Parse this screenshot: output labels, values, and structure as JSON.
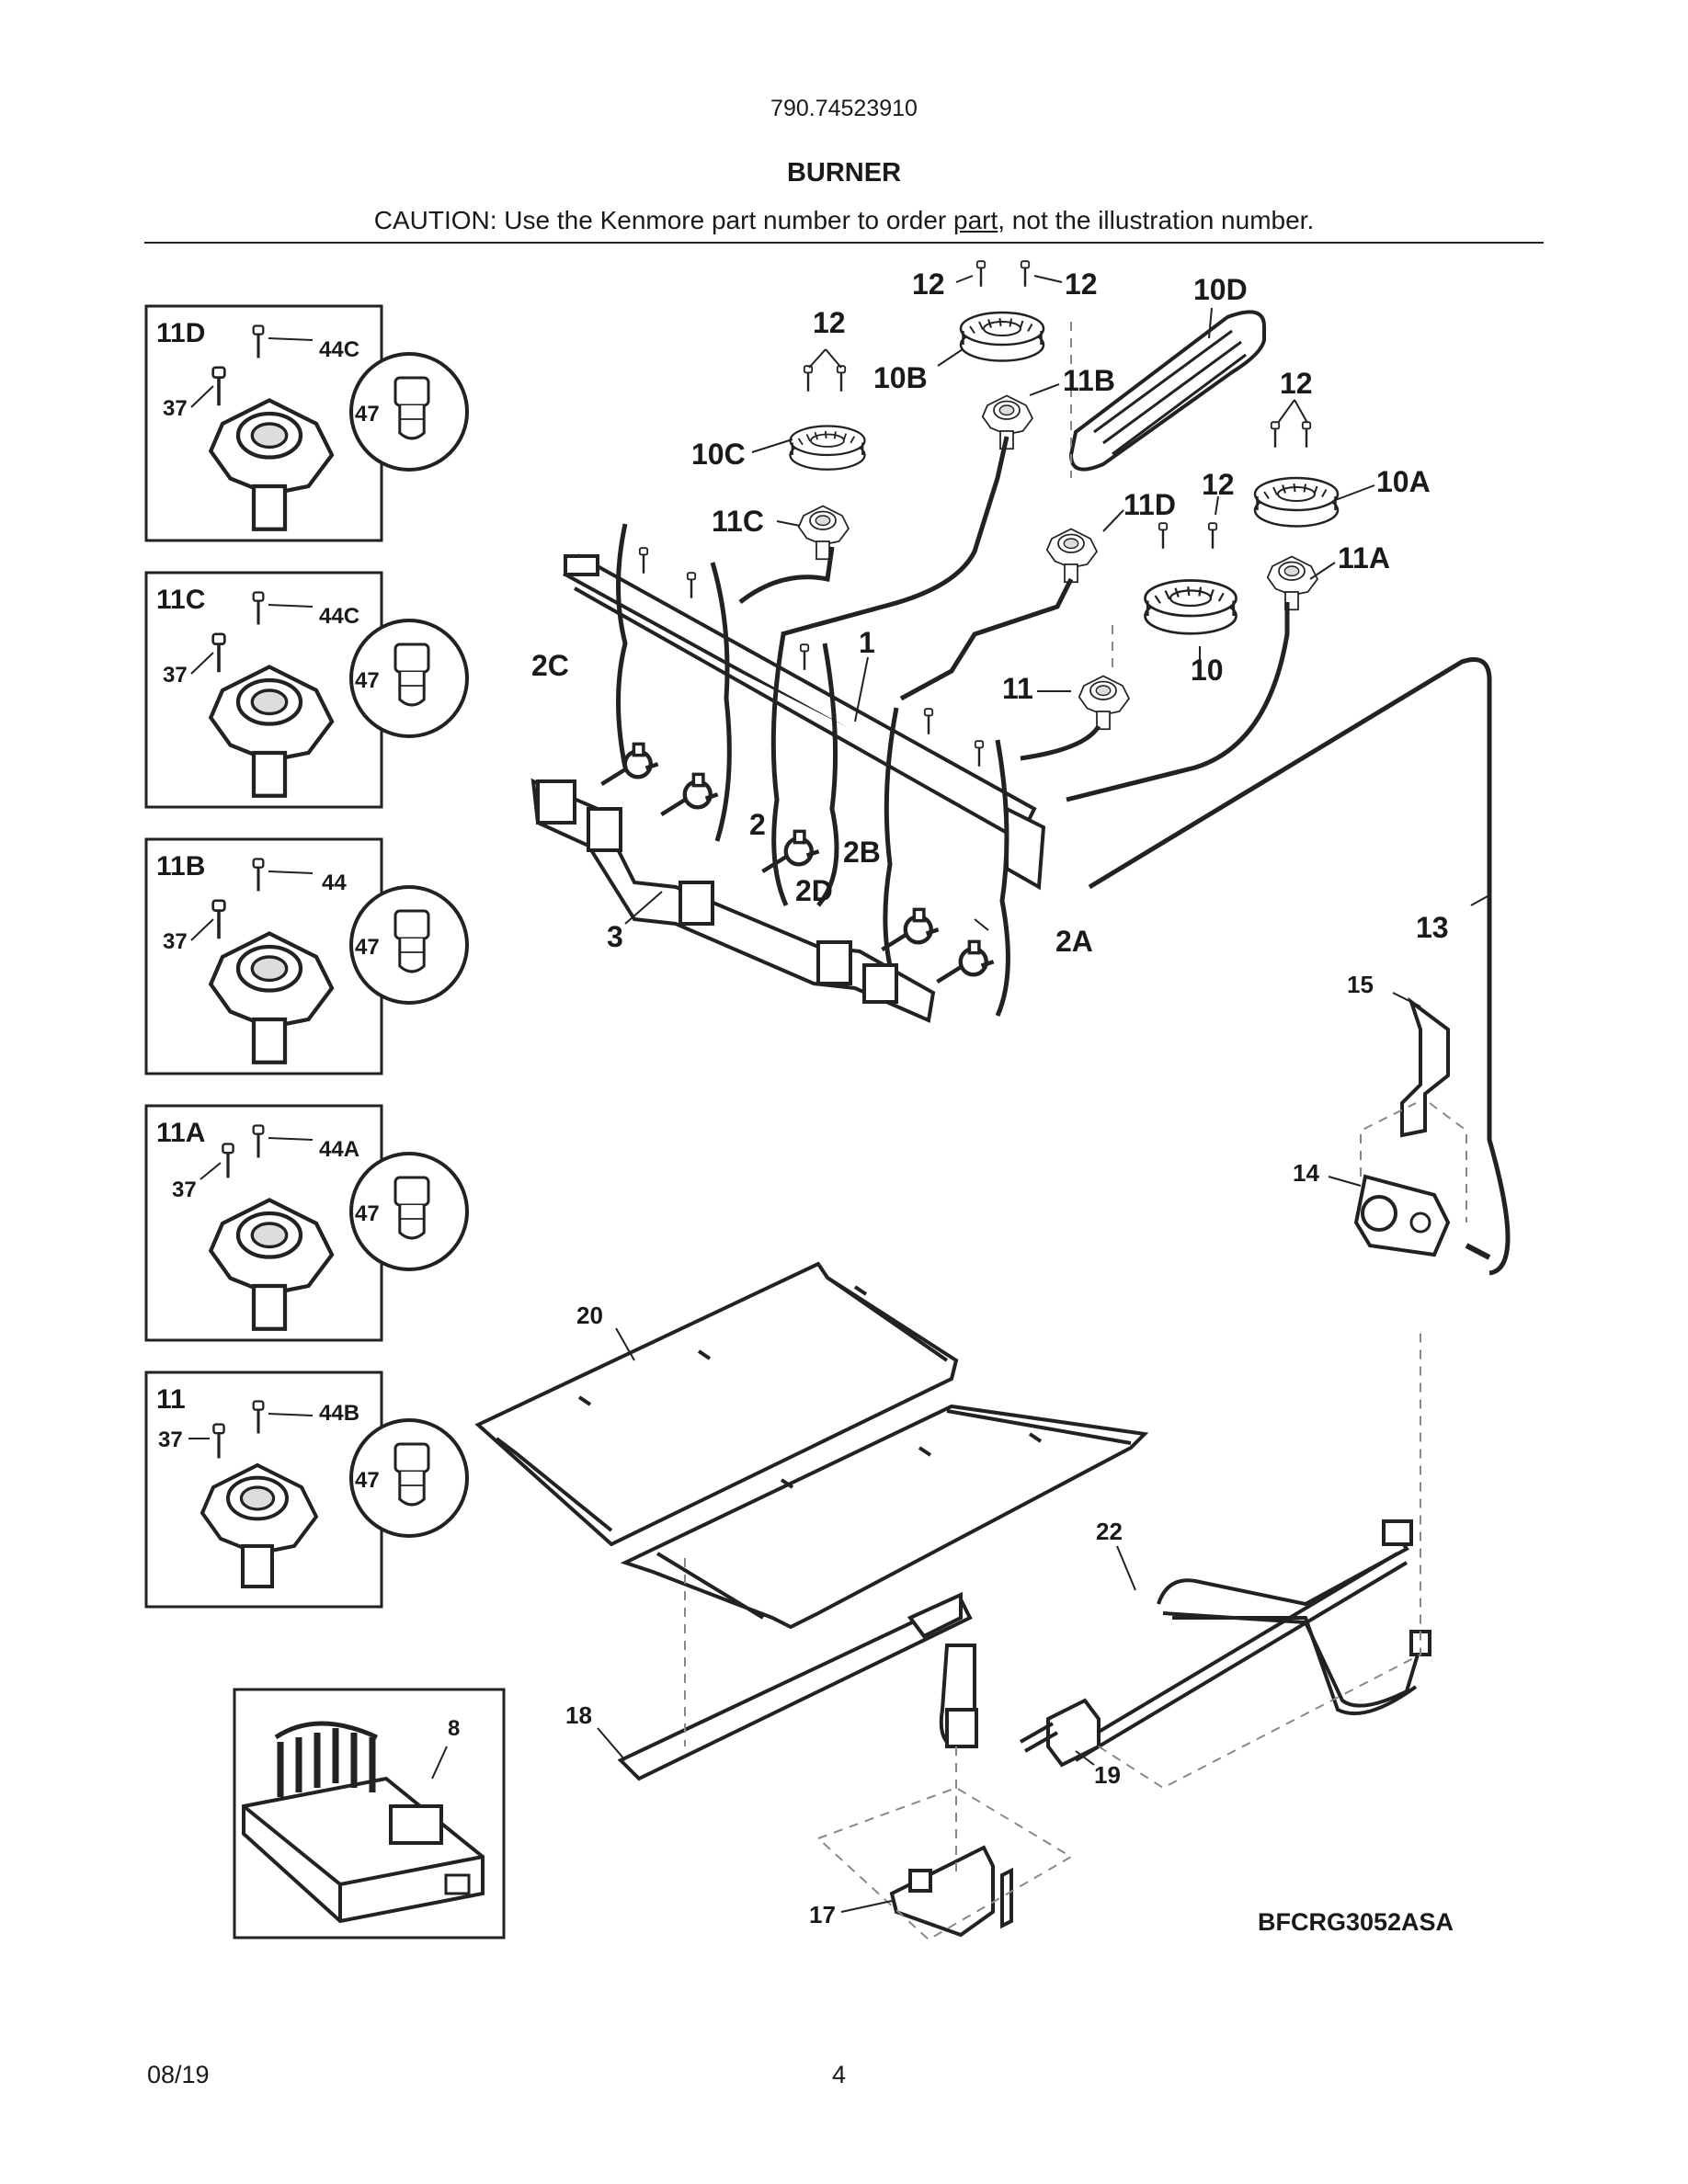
{
  "header": {
    "model_number": "790.74523910",
    "title": "BURNER",
    "caution_prefix": "CAUTION: Use the Kenmore part number to order ",
    "caution_link": "part",
    "caution_suffix": ", not the illustration number."
  },
  "insets": [
    {
      "id": "11D",
      "label": "11D",
      "top": "44C",
      "screw": "37",
      "orifice": "47"
    },
    {
      "id": "11C",
      "label": "11C",
      "top": "44C",
      "screw": "37",
      "orifice": "47"
    },
    {
      "id": "11B",
      "label": "11B",
      "top": "44",
      "screw": "37",
      "orifice": "47"
    },
    {
      "id": "11A",
      "label": "11A",
      "top": "44A",
      "screw": "37",
      "orifice": "47"
    },
    {
      "id": "11",
      "label": "11",
      "top": "44B",
      "screw": "37",
      "orifice": "47"
    }
  ],
  "module_label": "8",
  "callouts": {
    "c12a": "12",
    "c12b": "12",
    "c10D": "10D",
    "c12c": "12",
    "c10B": "10B",
    "c11B": "11B",
    "c12d": "12",
    "c10C": "10C",
    "c10A": "10A",
    "c11C": "11C",
    "c11D": "11D",
    "c12e": "12",
    "c11A": "11A",
    "c1": "1",
    "c2C": "2C",
    "c10": "10",
    "c11": "11",
    "c2": "2",
    "c2B": "2B",
    "c2D": "2D",
    "c3": "3",
    "c2A": "2A",
    "c13": "13",
    "c15": "15",
    "c14": "14",
    "c20": "20",
    "c22": "22",
    "c18": "18",
    "c19": "19",
    "c17": "17"
  },
  "code": "BFCRG3052ASA",
  "footer": {
    "date": "08/19",
    "page": "4"
  }
}
